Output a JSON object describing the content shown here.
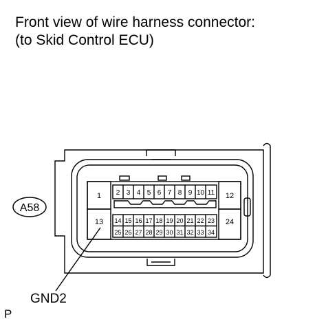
{
  "header": {
    "title_line1": "Front view of wire harness connector:",
    "title_line2": "(to Skid Control ECU)"
  },
  "connector": {
    "code": "A58",
    "pins": {
      "p1": "1",
      "p2": "2",
      "p3": "3",
      "p4": "4",
      "p5": "5",
      "p6": "6",
      "p7": "7",
      "p8": "8",
      "p9": "9",
      "p10": "10",
      "p11": "11",
      "p12": "12",
      "p13": "13",
      "p14": "14",
      "p15": "15",
      "p16": "16",
      "p17": "17",
      "p18": "18",
      "p19": "19",
      "p20": "20",
      "p21": "21",
      "p22": "22",
      "p23": "23",
      "p24": "24",
      "p25": "25",
      "p26": "26",
      "p27": "27",
      "p28": "28",
      "p29": "29",
      "p30": "30",
      "p31": "31",
      "p32": "32",
      "p33": "33",
      "p34": "34"
    },
    "callout": "GND2"
  },
  "footer": {
    "code": "P"
  }
}
